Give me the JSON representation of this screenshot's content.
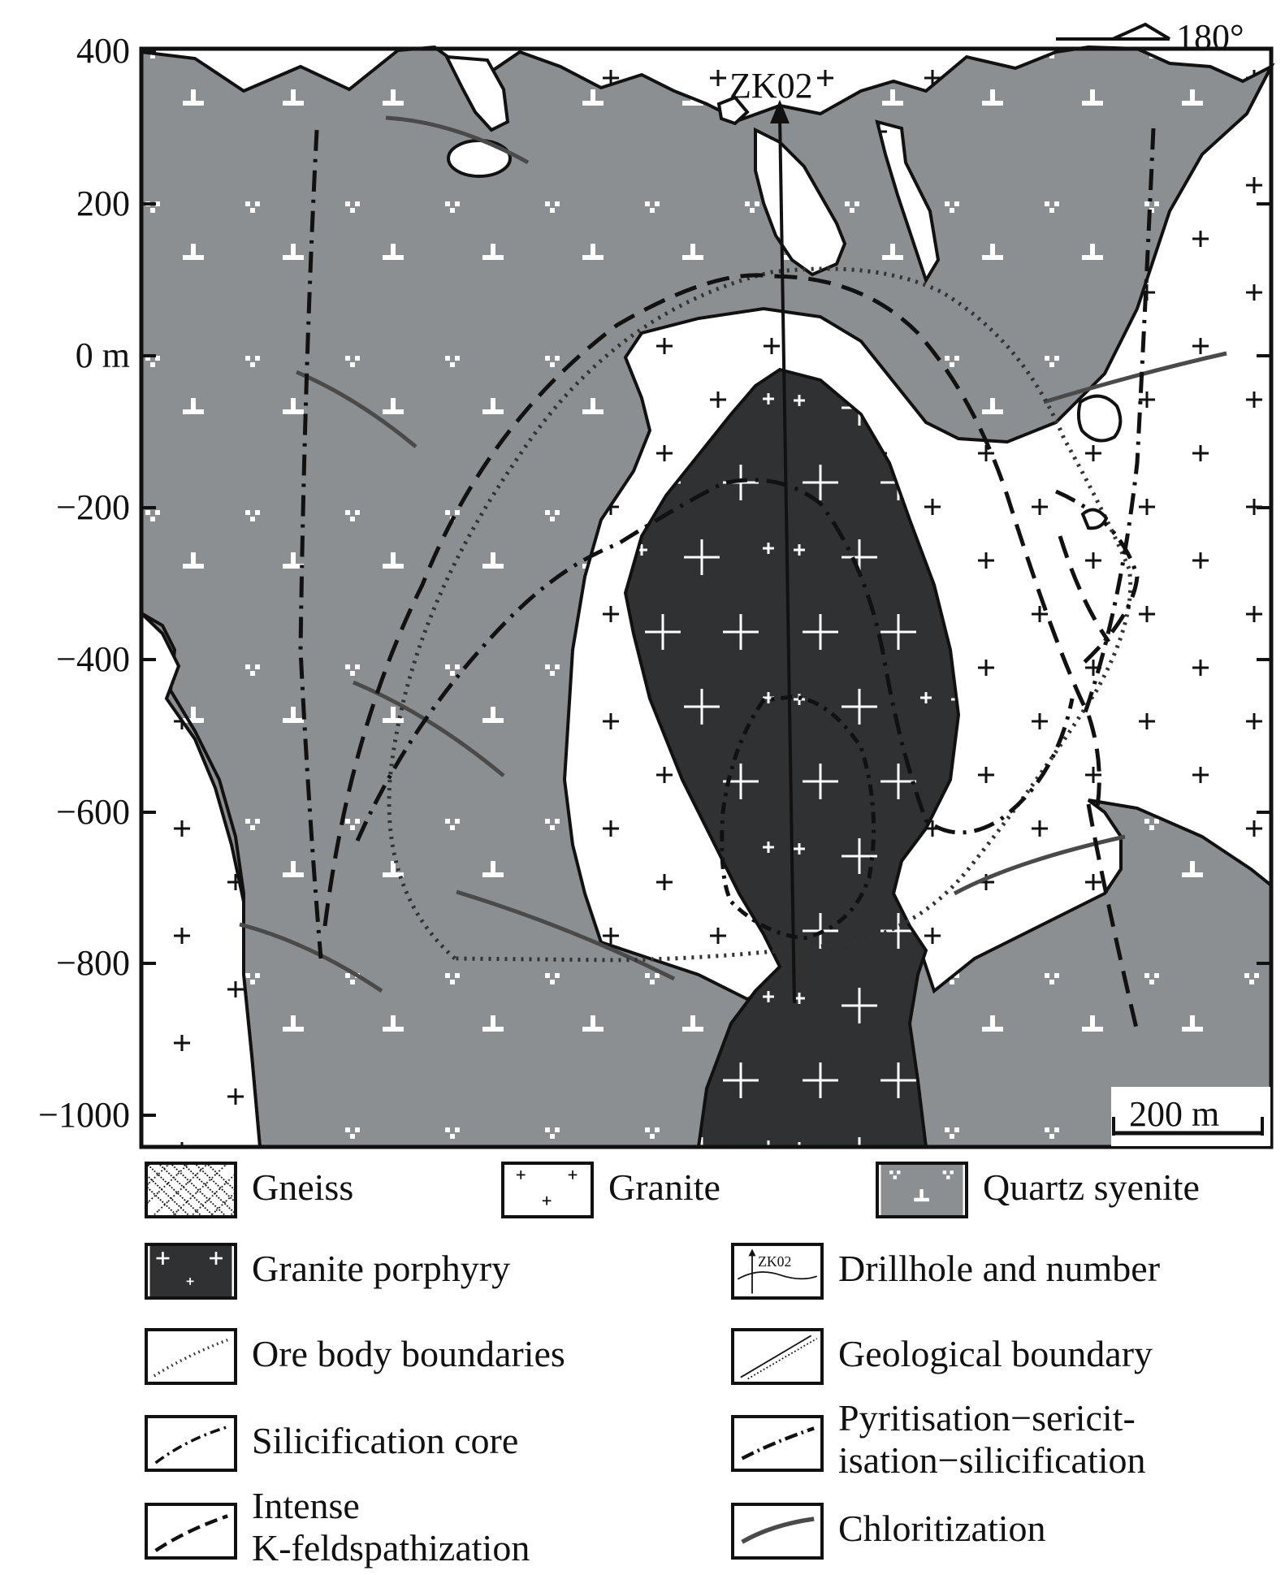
{
  "axis": {
    "y_ticks": [
      {
        "label": "400",
        "value": 400
      },
      {
        "label": "200",
        "value": 200
      },
      {
        "label": "0 m",
        "value": 0
      },
      {
        "label": "−200",
        "value": -200
      },
      {
        "label": "−400",
        "value": -400
      },
      {
        "label": "−600",
        "value": -600
      },
      {
        "label": "−800",
        "value": -800
      },
      {
        "label": "−1000",
        "value": -1000
      }
    ]
  },
  "orientation_label": "180°",
  "drillhole_label": "ZK02",
  "scale_bar_label": "200 m",
  "legend": [
    {
      "key": "gneiss",
      "label": "Gneiss"
    },
    {
      "key": "granite",
      "label": "Granite"
    },
    {
      "key": "quartz_syenite",
      "label": "Quartz syenite"
    },
    {
      "key": "granite_porphyry",
      "label": "Granite porphyry"
    },
    {
      "key": "drillhole",
      "label": "Drillhole and number",
      "swatch_text": "ZK02"
    },
    {
      "key": "ore_body",
      "label": "Ore body boundaries"
    },
    {
      "key": "geological_boundary",
      "label": "Geological boundary"
    },
    {
      "key": "silicification",
      "label": "Silicification core"
    },
    {
      "key": "pyritisation",
      "label_line1": "Pyritisation−sericit-",
      "label_line2": "isation−silicification"
    },
    {
      "key": "kfeldspar",
      "label_line1": "Intense",
      "label_line2": "K-feldspathization"
    },
    {
      "key": "chloritization",
      "label": "Chloritization"
    }
  ],
  "colors": {
    "quartz_syenite": "#8c8f91",
    "granite_porphyry": "#2f3133",
    "granite": "#ffffff",
    "line": "#111111",
    "chlorite": "#4a4a4a"
  }
}
